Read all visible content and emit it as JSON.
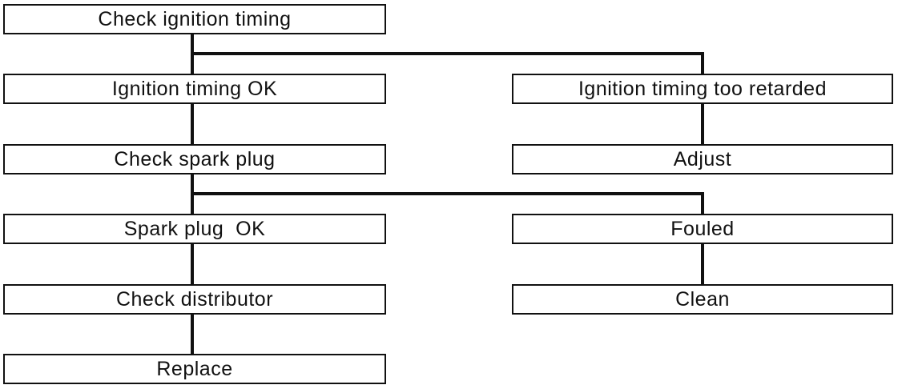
{
  "flowchart": {
    "nodes": {
      "check_ignition_timing": "Check ignition timing",
      "ignition_timing_ok": "Ignition timing OK",
      "ignition_timing_too_retarded": "Ignition timing too retarded",
      "check_spark_plug": "Check spark plug",
      "adjust": "Adjust",
      "spark_plug_ok": "Spark plug  OK",
      "fouled": "Fouled",
      "check_distributor": "Check distributor",
      "clean": "Clean",
      "replace": "Replace"
    },
    "edges": [
      [
        "check_ignition_timing",
        "ignition_timing_ok"
      ],
      [
        "check_ignition_timing",
        "ignition_timing_too_retarded"
      ],
      [
        "ignition_timing_ok",
        "check_spark_plug"
      ],
      [
        "ignition_timing_too_retarded",
        "adjust"
      ],
      [
        "check_spark_plug",
        "spark_plug_ok"
      ],
      [
        "check_spark_plug",
        "fouled"
      ],
      [
        "spark_plug_ok",
        "check_distributor"
      ],
      [
        "fouled",
        "clean"
      ],
      [
        "check_distributor",
        "replace"
      ]
    ]
  }
}
